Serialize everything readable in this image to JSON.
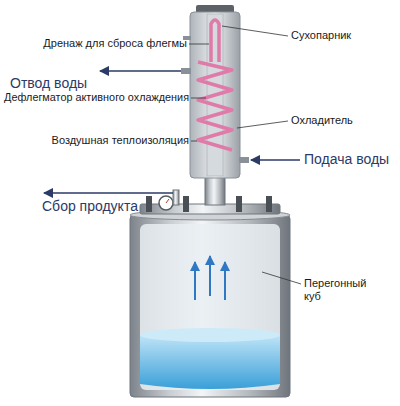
{
  "diagram": {
    "labels": [
      "Дренаж для сброса флегмы",
      "Сухопарник",
      "Отвод воды",
      "Дефлегматор активного охлаждения",
      "Охладитель",
      "Воздушная теплоизоляция",
      "Подача воды",
      "Сбор продукта",
      "Перегонный куб"
    ]
  }
}
